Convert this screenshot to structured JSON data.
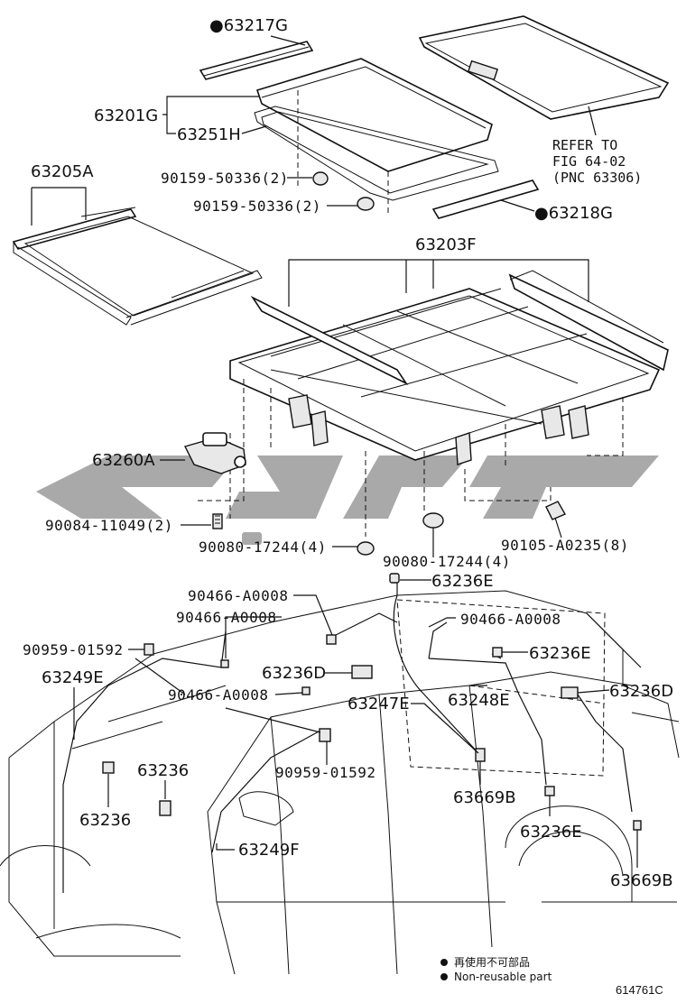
{
  "labels": {
    "p63217G": "●63217G",
    "p63201G": "63201G",
    "p63251H": "63251H",
    "ref1": "REFER TO",
    "ref2": "FIG 64-02",
    "ref3": "(PNC 63306)",
    "p63205A": "63205A",
    "p90159a": "90159-50336(2)",
    "p90159b": "90159-50336(2)",
    "p63218G": "●63218G",
    "p63203F": "63203F",
    "p63260A": "63260A",
    "p90084": "90084-11049(2)",
    "p90080a": "90080-17244(4)",
    "p90080b": "90080-17244(4)",
    "p90105": "90105-A0235(8)",
    "p63236E_a": "63236E",
    "p90466_a": "90466-A0008",
    "p90466_b": "90466-A0008",
    "p90466_c": "90466-A0008",
    "p90466_d": "90466-A0008",
    "p90959_a": "90959-01592",
    "p90959_b": "90959-01592",
    "p63249E": "63249E",
    "p63236D_a": "63236D",
    "p63236E_b": "63236E",
    "p63236D_b": "63236D",
    "p63247E": "63247E",
    "p63248E": "63248E",
    "p63236_a": "63236",
    "p63236_b": "63236",
    "p63669B_a": "63669B",
    "p63669B_b": "63669B",
    "p63236E_c": "63236E",
    "p63249F": "63249F"
  },
  "legend": {
    "line1": "再使用不可部品",
    "line2": "Non-reusable part"
  },
  "diagram_code": "614761C",
  "colors": {
    "ink": "#111111",
    "watermark": "#8c8c8c",
    "background": "#ffffff"
  }
}
